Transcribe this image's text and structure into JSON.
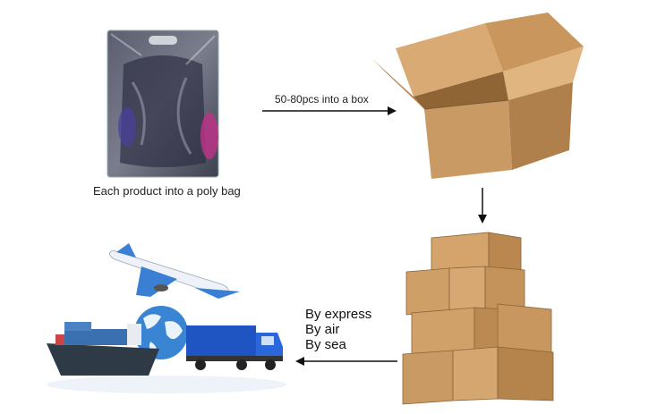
{
  "steps": {
    "poly_bag_caption": "Each product into a poly bag",
    "box_arrow_label": "50-80pcs into a box",
    "shipping_modes": [
      "By express",
      "By air",
      "By sea"
    ]
  },
  "colors": {
    "cardboard": "#c99a64",
    "cardboard_dark": "#a97a47",
    "arrow": "#111111",
    "ocean_blue": "#2b7fd0",
    "truck_blue": "#1f55c2"
  },
  "icons": [
    "poly-bag-icon",
    "open-box-icon",
    "box-stack-icon",
    "airplane-icon",
    "cargo-ship-icon",
    "globe-icon",
    "truck-icon"
  ]
}
